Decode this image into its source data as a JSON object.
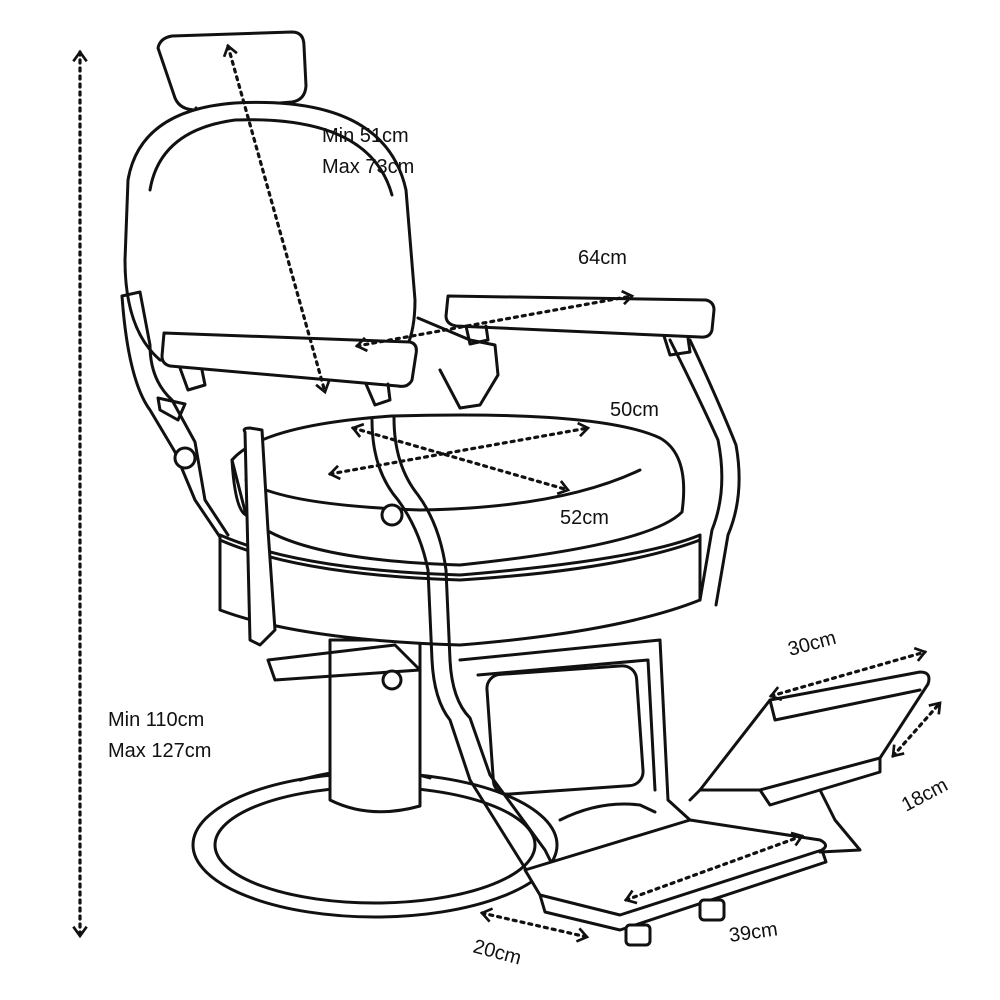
{
  "diagram": {
    "subject": "barber chair",
    "line_color": "#111111",
    "background": "#ffffff"
  },
  "labels": {
    "back_height_min": "Min 51cm",
    "back_height_max": "Max 73cm",
    "width_total": "64cm",
    "seat_width": "50cm",
    "seat_depth": "52cm",
    "footrest_width": "30cm",
    "footrest_depth": "18cm",
    "overall_height_min": "Min 110cm",
    "overall_height_max": "Max 127cm",
    "base_step": "20cm",
    "footplate": "39cm"
  }
}
